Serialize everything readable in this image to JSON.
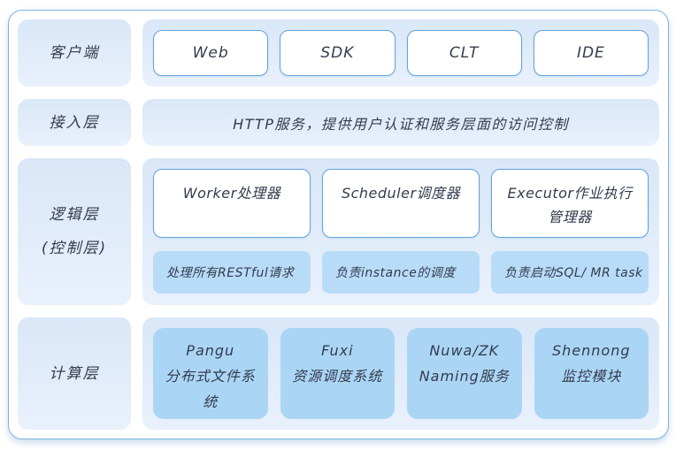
{
  "colors": {
    "frame_border": "#7cb3e4",
    "panel_bg_top": "#d9e7f8",
    "panel_bg_bottom": "#e9f1fc",
    "white_box_border": "#61a4db",
    "desc_box_bg": "#b8dcf8",
    "compute_box_bg": "#abd5f5",
    "text": "#333c4e"
  },
  "rows": {
    "client": {
      "label": "客户端",
      "boxes": [
        "Web",
        "SDK",
        "CLT",
        "IDE"
      ]
    },
    "access": {
      "label": "接入层",
      "text": "HTTP服务，提供用户认证和服务层面的访问控制"
    },
    "logic": {
      "label_line1": "逻辑层",
      "label_line2": "(控制层)",
      "modules": [
        {
          "title": "Worker处理器",
          "desc": "处理所有RESTful请求"
        },
        {
          "title": "Scheduler调度器",
          "desc": "负责instance的调度"
        },
        {
          "title": "Executor作业执行管理器",
          "desc": "负责启动SQL/ MR task"
        }
      ]
    },
    "compute": {
      "label": "计算层",
      "modules": [
        {
          "name": "Pangu",
          "desc": "分布式文件系统"
        },
        {
          "name": "Fuxi",
          "desc": "资源调度系统"
        },
        {
          "name": "Nuwa/ZK",
          "desc": "Naming服务"
        },
        {
          "name": "Shennong",
          "desc": "监控模块"
        }
      ]
    }
  }
}
